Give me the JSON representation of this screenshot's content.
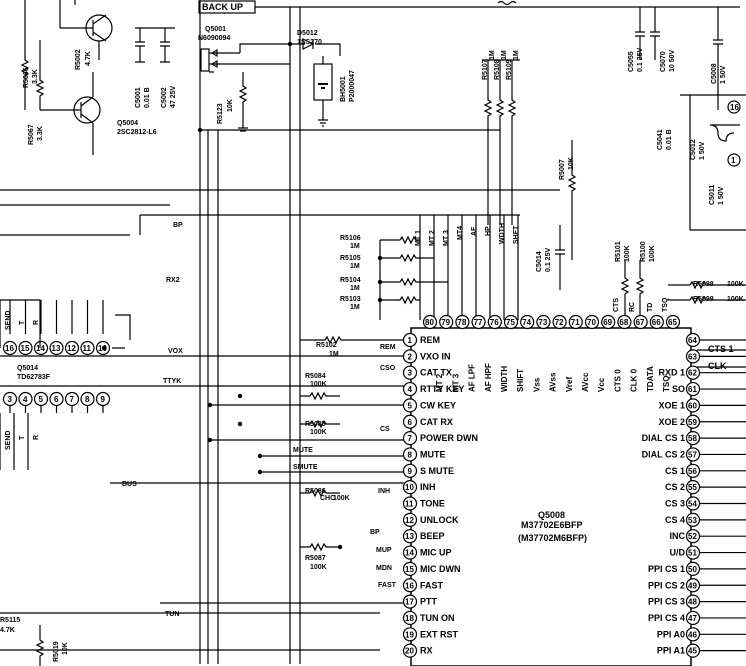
{
  "labels": {
    "backup": "BACK UP",
    "q5001": "Q5001",
    "q5001_part": "N6090094",
    "d5012": "D5012",
    "d5012_part": "1SS270",
    "bh5001": "BH5001",
    "bh5001_part": "P2000047",
    "r5123": "R5123",
    "r5123_val": "10K",
    "r5066": "R5066",
    "r5066_val": "3.3K",
    "r5002": "R5002",
    "r5002_val": "4.7K",
    "r5067": "R5067",
    "r5067_val": "3.3K",
    "c5001": "C5001",
    "c5001_val": "0.01 B",
    "c5002": "C5002",
    "c5002_val": "47 25V",
    "q5004": "Q5004",
    "q5004_part": "2SC2812-L6",
    "c5055": "C5055",
    "c5055_val": "0.1 25V",
    "c5070": "C5070",
    "c5070_val": "10 50V",
    "r5107": "R5107",
    "r5108": "R5108",
    "r5109": "R5109",
    "r1m_a": "1M",
    "r1m_b": "1M",
    "r1m_c": "1M",
    "r5007": "R5007",
    "r5007_val": "10K",
    "c5041": "C5041",
    "c5041_val": "0.01 B",
    "c5012": "C5012",
    "c5012_val": "1 50V",
    "c5011": "C5011",
    "c5011_val": "1 50V",
    "c5008": "C5008",
    "c5008_val": "1 50V",
    "c5014": "C5014",
    "c5014_val": "0.1 25V",
    "r5101": "R5101",
    "r5101_val": "100K",
    "r5100": "R5100",
    "r5100_val": "100K",
    "r5098": "R5098",
    "r5099": "R5099",
    "r5098_val": "100K",
    "r5099_val": "100K",
    "r5106": "R5106",
    "r5105": "R5105",
    "r5104": "R5104",
    "r5103": "R5103",
    "m1": "1M",
    "r5102": "R5102",
    "r5102_val": "1M",
    "r5084": "R5084",
    "r5084_val": "100K",
    "r5085": "R5085",
    "r5085_val": "100K",
    "r5086": "R5086",
    "r5086_val": "100K",
    "r5087": "R5087",
    "r5087_val": "100K",
    "q5014": "Q5014",
    "q5014_part": "TD62783F",
    "q5008": "Q5008",
    "q5008_part": "M37702E6BFP",
    "q5008_alt": "(M37702M6BFP)",
    "r5115": "R5115",
    "r5115_val": "4.7K",
    "r5019": "R5019",
    "r5019_val": "10K",
    "net_bp": "BP",
    "net_rx2": "RX2",
    "net_vox": "VOX",
    "net_ttyk": "TTYK",
    "net_mute": "MUTE",
    "net_smute": "SMUTE",
    "net_bus": "BUS",
    "net_tun": "TUN",
    "net_rem": "REM",
    "net_cso": "CSO",
    "net_cs": "CS",
    "net_inh": "INH",
    "net_chc": "CHC",
    "net_bp2": "BP",
    "net_mup": "MUP",
    "net_mdn": "MDN",
    "net_fast": "FAST",
    "net_send": "SEND",
    "net_t": "T",
    "net_r": "R",
    "net_send2": "SEND",
    "net_t2": "T",
    "net_r2": "R",
    "net_mt1": "MT 1",
    "net_mt2": "MT 2",
    "net_mt3": "MT 3",
    "net_mt4": "MT4",
    "net_af": "AF",
    "net_hp": "HP",
    "net_wdth": "WDTH",
    "net_shft": "SHFT",
    "net_cts": "CTS",
    "net_rc": "RC",
    "net_td": "TD",
    "net_tsq": "TSQ",
    "net_cts1": "CTS 1",
    "net_clk": "CLK",
    "top_pins": [
      "80",
      "79",
      "78",
      "77",
      "76",
      "75",
      "74",
      "73",
      "72",
      "71",
      "70",
      "69",
      "68",
      "67",
      "66",
      "65"
    ],
    "top_pin_names": [
      "MT 2",
      "MT 3",
      "AF LPF",
      "AF HPF",
      "WIDTH",
      "SHIFT",
      "Vss",
      "AVss",
      "Vref",
      "AVcc",
      "Vcc",
      "CTS 0",
      "CLK 0",
      "TDATA",
      "TSQ"
    ],
    "left_pins": [
      "1",
      "2",
      "3",
      "4",
      "5",
      "6",
      "7",
      "8",
      "9",
      "10",
      "11",
      "12",
      "13",
      "14",
      "15",
      "16",
      "17",
      "18",
      "19",
      "20"
    ],
    "left_pin_names": [
      "REM",
      "VXO IN",
      "CAT TX",
      "RTTY KEY",
      "CW KEY",
      "CAT RX",
      "POWER DWN",
      "MUTE",
      "S MUTE",
      "INH",
      "TONE",
      "UNLOCK",
      "BEEP",
      "MIC UP",
      "MIC DWN",
      "FAST",
      "PTT",
      "TUN ON",
      "EXT RST",
      "RX"
    ],
    "right_pins": [
      "64",
      "63",
      "62",
      "61",
      "60",
      "59",
      "58",
      "57",
      "56",
      "55",
      "54",
      "53",
      "52",
      "51",
      "50",
      "49",
      "48",
      "47",
      "46",
      "45"
    ],
    "right_pin_names": [
      "",
      "",
      "RXD 1",
      "SO",
      "XOE 1",
      "XOE 2",
      "DIAL CS 1",
      "DIAL CS 2",
      "CS 1",
      "CS 2",
      "CS 3",
      "CS 4",
      "INC",
      "U/D",
      "PPI CS 1",
      "PPI CS 2",
      "PPI CS 3",
      "PPI CS 4",
      "PPI A0",
      "PPI A1"
    ],
    "q14_top_pins": [
      "16",
      "15",
      "14",
      "13",
      "12",
      "11",
      "10"
    ],
    "q14_bot_pins": [
      "3",
      "4",
      "5",
      "6",
      "7",
      "8",
      "9"
    ],
    "small_pins": [
      "16",
      "1"
    ]
  }
}
